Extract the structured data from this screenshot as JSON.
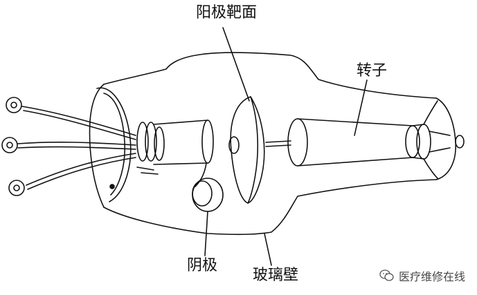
{
  "labels": {
    "anode_target": "阳极靶面",
    "rotor": "转子",
    "cathode": "阴极",
    "glass_wall": "玻璃壁"
  },
  "watermark": {
    "icon": "wechat-icon",
    "text": "医疗维修在线"
  },
  "colors": {
    "line": "#111111",
    "background": "#ffffff"
  }
}
